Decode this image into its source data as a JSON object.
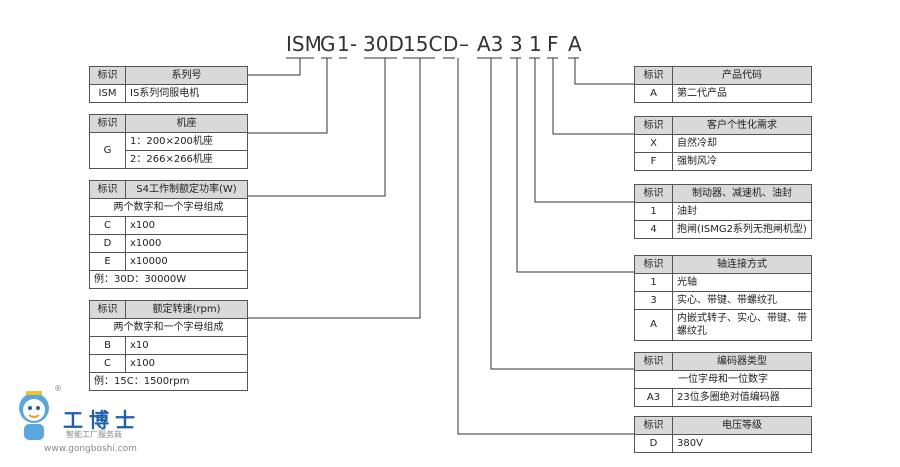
{
  "model_code": [
    "ISM",
    "G",
    "1",
    "-",
    "30D",
    "15C",
    "D",
    "–",
    "A3",
    "3",
    "1",
    "F",
    "A"
  ],
  "tables": {
    "ism": {
      "h1": "标识",
      "h2": "系列号",
      "r": [
        [
          "ISM",
          "IS系列伺服电机"
        ]
      ]
    },
    "base": {
      "h1": "标识",
      "h2": "机座",
      "key": "G",
      "r": [
        "1：200×200机座",
        "2：266×266机座"
      ]
    },
    "power": {
      "h1": "标识",
      "h2": "S4工作制额定功率(W)",
      "sub": "两个数字和一个字母组成",
      "r": [
        [
          "C",
          "x100"
        ],
        [
          "D",
          "x1000"
        ],
        [
          "E",
          "x10000"
        ]
      ],
      "ex": "例：30D：30000W"
    },
    "speed": {
      "h1": "标识",
      "h2": "额定转速(rpm)",
      "sub": "两个数字和一个字母组成",
      "r": [
        [
          "B",
          "x10"
        ],
        [
          "C",
          "x100"
        ]
      ],
      "ex": "例：15C：1500rpm"
    },
    "gen": {
      "h1": "标识",
      "h2": "产品代码",
      "r": [
        [
          "A",
          "第二代产品"
        ]
      ]
    },
    "custom": {
      "h1": "标识",
      "h2": "客户个性化需求",
      "r": [
        [
          "X",
          "自然冷却"
        ],
        [
          "F",
          "强制风冷"
        ]
      ]
    },
    "brake": {
      "h1": "标识",
      "h2": "制动器、减速机、油封",
      "r": [
        [
          "1",
          "油封"
        ],
        [
          "4",
          "抱闸(ISMG2系列无抱闸机型)"
        ]
      ]
    },
    "shaft": {
      "h1": "标识",
      "h2": "轴连接方式",
      "r": [
        [
          "1",
          "光轴"
        ],
        [
          "3",
          "实心、带键、带螺纹孔"
        ],
        [
          "A",
          "内嵌式转子、实心、带键、带螺纹孔"
        ]
      ]
    },
    "encoder": {
      "h1": "标识",
      "h2": "编码器类型",
      "sub": "一位字母和一位数字",
      "r": [
        [
          "A3",
          "23位多圈绝对值编码器"
        ]
      ]
    },
    "voltage": {
      "h1": "标识",
      "h2": "电压等级",
      "r": [
        [
          "D",
          "380V"
        ]
      ]
    }
  },
  "logo": {
    "name": "工博士",
    "sub": "智能工厂服务商",
    "url": "www.gongboshi.com",
    "reg": "®"
  }
}
